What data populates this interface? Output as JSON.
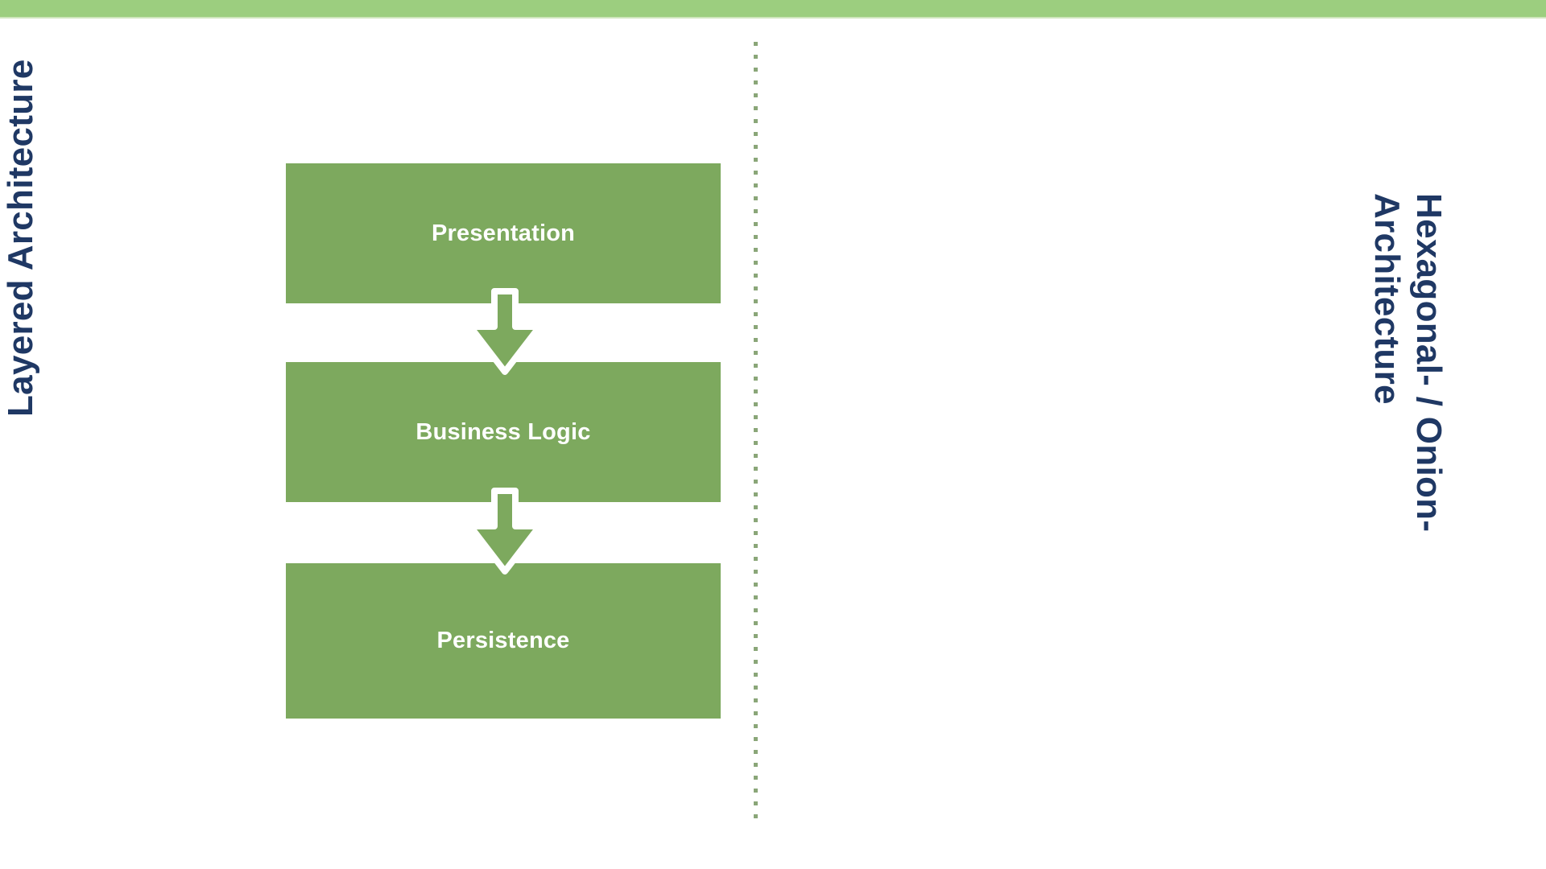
{
  "slide": {
    "background_color": "#FFFFFF",
    "accent_band_color": "#9CCE7F",
    "divider_color": "#8AA678",
    "title_color": "#1F3864",
    "box_color": "#7DA95E",
    "box_label_color": "#FFFFFF"
  },
  "left_section": {
    "title": "Layered Architecture",
    "rotation": "-90"
  },
  "right_section": {
    "title": "Hexagonal- / Onion-\nArchitecture",
    "rotation": "90"
  },
  "diagram": {
    "type": "layered-stack",
    "layers": [
      {
        "label": "Presentation"
      },
      {
        "label": "Business Logic"
      },
      {
        "label": "Persistence"
      }
    ],
    "arrows": [
      {
        "from": "Presentation",
        "to": "Business Logic",
        "direction": "down"
      },
      {
        "from": "Business Logic",
        "to": "Persistence",
        "direction": "down"
      }
    ]
  }
}
